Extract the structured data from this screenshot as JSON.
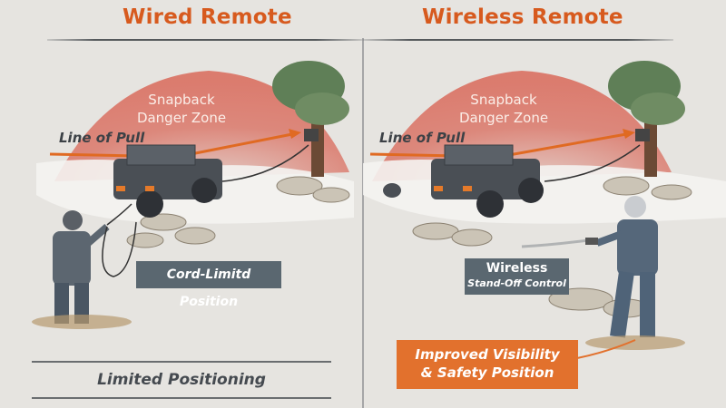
{
  "panels": {
    "wired": {
      "title": "Wired Remote",
      "zone_label_line1": "Snapback",
      "zone_label_line2": "Danger Zone",
      "pull_label": "Line of Pull",
      "tag_label": "Cord-Limitd Position",
      "bottom_label": "Limited Positioning"
    },
    "wireless": {
      "title": "Wireless Remote",
      "zone_label_line1": "Snapback",
      "zone_label_line2": "Danger Zone",
      "pull_label": "Line of Pull",
      "tag_line1": "Wireless",
      "tag_line2": "Stand-Off Control",
      "callout_line1": "Improved Visibility",
      "callout_line2": "& Safety Position"
    }
  },
  "colors": {
    "title": "#d75a1e",
    "danger_zone": "#d9695a",
    "pull_arrow": "#e06a22",
    "tag": "#5a6770",
    "callout": "#e2712d",
    "background": "#e6e4e0"
  }
}
